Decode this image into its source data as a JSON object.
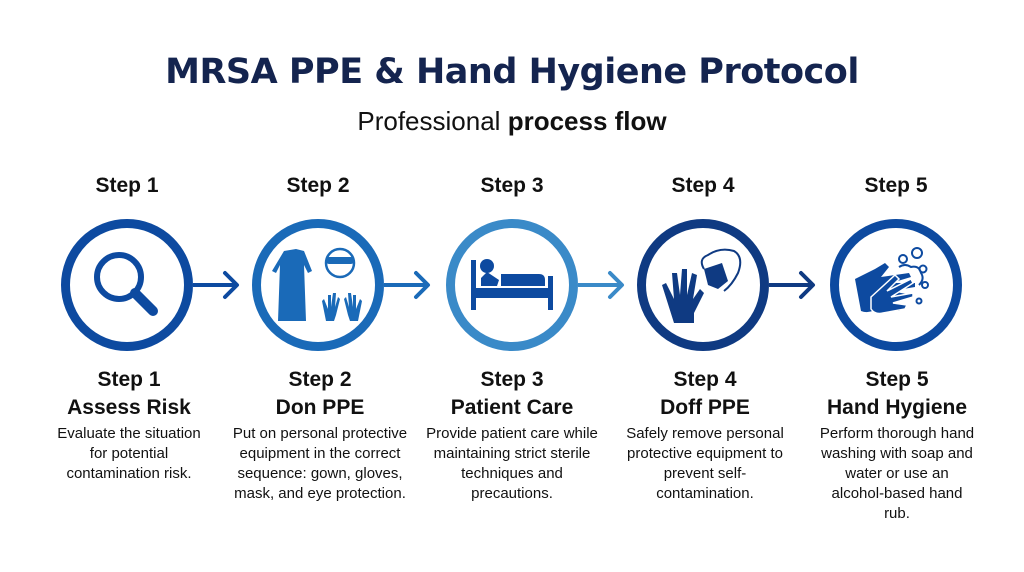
{
  "header": {
    "title": "MRSA PPE & Hand Hygiene Protocol",
    "subtitle_regular": "Professional",
    "subtitle_bold": "process flow"
  },
  "colors": {
    "title": "#14244f",
    "step1": "#0d4aa0",
    "step2": "#1a6ab8",
    "step3": "#3a8ac8",
    "step4": "#0f3a82",
    "step5": "#0d4aa0"
  },
  "steps": [
    {
      "top_label": "Step 1",
      "number_label": "Step 1",
      "name": "Assess Risk",
      "icon": "magnifying-glass-icon",
      "description": "Evaluate the situation for potential contamination risk."
    },
    {
      "top_label": "Step 2",
      "number_label": "Step 2",
      "name": "Don PPE",
      "icon": "gown-goggles-gloves-icon",
      "description": "Put on personal protective equipment in the correct sequence: gown, gloves, mask, and eye protection."
    },
    {
      "top_label": "Step 3",
      "number_label": "Step 3",
      "name": "Patient Care",
      "icon": "patient-bed-icon",
      "description": "Provide patient care while maintaining strict sterile techniques and precautions."
    },
    {
      "top_label": "Step 4",
      "number_label": "Step 4",
      "name": "Doff PPE",
      "icon": "glove-mask-removal-icon",
      "description": "Safely remove personal protective equipment to prevent self-contamination."
    },
    {
      "top_label": "Step 5",
      "number_label": "Step 5",
      "name": "Hand Hygiene",
      "icon": "hand-washing-icon",
      "description": "Perform thorough hand washing with soap and water or use an alcohol-based hand rub."
    }
  ]
}
